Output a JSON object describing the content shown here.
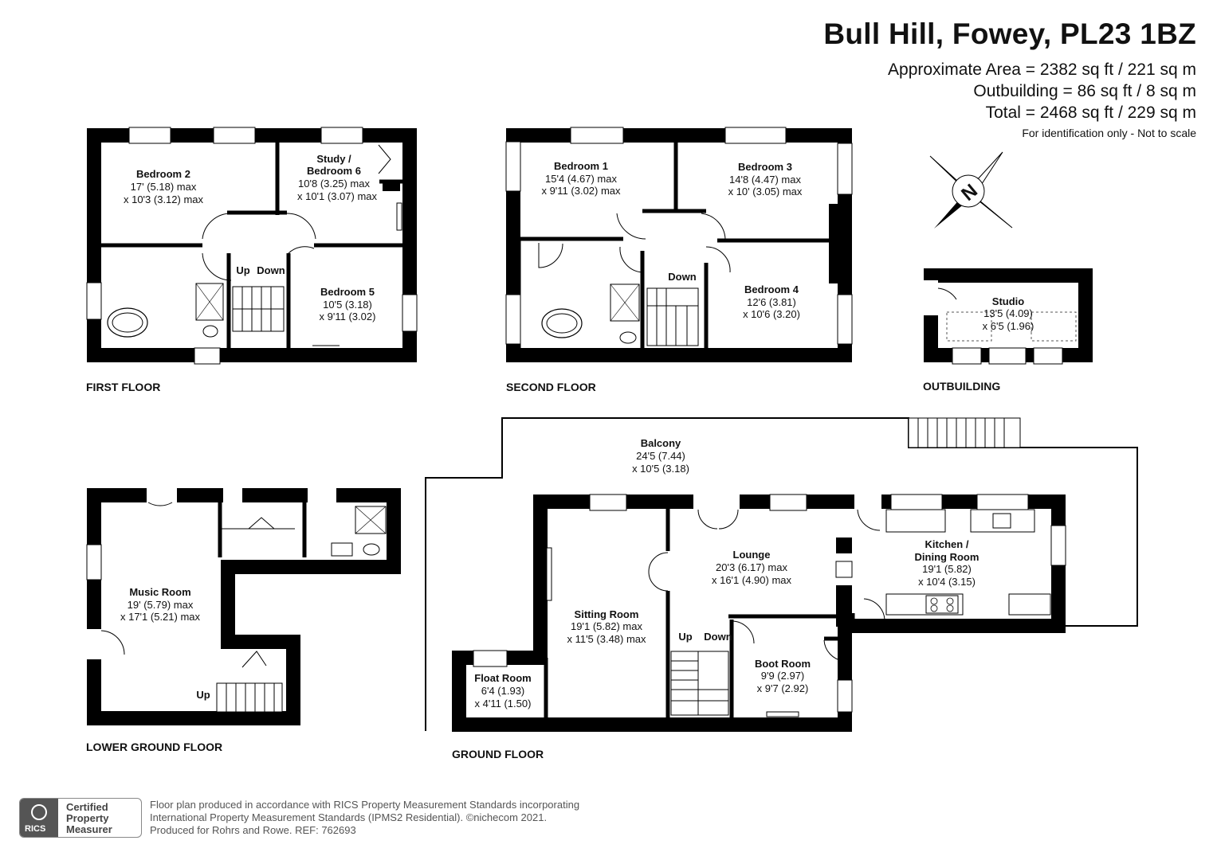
{
  "header": {
    "title": "Bull Hill, Fowey, PL23 1BZ",
    "area_main": "Approximate Area = 2382 sq ft / 221 sq m",
    "area_outbuilding": "Outbuilding = 86 sq ft / 8 sq m",
    "area_total": "Total = 2468 sq ft / 229 sq m",
    "note": "For identification only - Not to scale"
  },
  "compass": {
    "letter": "N",
    "icon": "compass-icon"
  },
  "floors": {
    "first": {
      "name": "FIRST FLOOR",
      "bedroom2": {
        "name": "Bedroom 2",
        "dim1": "17' (5.18) max",
        "dim2": "x 10'3 (3.12) max"
      },
      "study": {
        "name1": "Study /",
        "name2": "Bedroom 6",
        "dim1": "10'8 (3.25) max",
        "dim2": "x 10'1 (3.07) max"
      },
      "bedroom5": {
        "name": "Bedroom 5",
        "dim1": "10'5 (3.18)",
        "dim2": "x 9'11 (3.02)"
      },
      "up": "Up",
      "down": "Down"
    },
    "second": {
      "name": "SECOND FLOOR",
      "bedroom1": {
        "name": "Bedroom 1",
        "dim1": "15'4 (4.67) max",
        "dim2": "x 9'11 (3.02) max"
      },
      "bedroom3": {
        "name": "Bedroom 3",
        "dim1": "14'8 (4.47) max",
        "dim2": "x 10' (3.05) max"
      },
      "bedroom4": {
        "name": "Bedroom 4",
        "dim1": "12'6 (3.81)",
        "dim2": "x 10'6 (3.20)"
      },
      "down": "Down"
    },
    "outbuilding": {
      "name": "OUTBUILDING",
      "studio": {
        "name": "Studio",
        "dim1": "13'5 (4.09)",
        "dim2": "x 6'5 (1.96)"
      }
    },
    "lower_ground": {
      "name": "LOWER GROUND FLOOR",
      "music": {
        "name": "Music Room",
        "dim1": "19' (5.79) max",
        "dim2": "x 17'1 (5.21) max"
      },
      "up": "Up"
    },
    "ground": {
      "name": "GROUND FLOOR",
      "balcony": {
        "name": "Balcony",
        "dim1": "24'5 (7.44)",
        "dim2": "x 10'5 (3.18)"
      },
      "lounge": {
        "name": "Lounge",
        "dim1": "20'3 (6.17) max",
        "dim2": "x 16'1 (4.90) max"
      },
      "kitchen": {
        "name1": "Kitchen /",
        "name2": "Dining Room",
        "dim1": "19'1 (5.82)",
        "dim2": "x 10'4 (3.15)"
      },
      "sitting": {
        "name": "Sitting Room",
        "dim1": "19'1 (5.82) max",
        "dim2": "x 11'5 (3.48) max"
      },
      "float": {
        "name": "Float Room",
        "dim1": "6'4 (1.93)",
        "dim2": "x 4'11 (1.50)"
      },
      "boot": {
        "name": "Boot Room",
        "dim1": "9'9 (2.97)",
        "dim2": "x 9'7 (2.92)"
      },
      "up": "Up",
      "down": "Down"
    }
  },
  "footer": {
    "line1": "Floor plan produced in accordance with RICS Property Measurement Standards incorporating",
    "line2": "International Property Measurement Standards (IPMS2 Residential).  ©nichecom 2021.",
    "line3": "Produced for Rohrs and Rowe.   REF:  762693",
    "badge": {
      "logo_word": "RICS",
      "line1": "Certified",
      "line2": "Property",
      "line3": "Measurer"
    }
  }
}
